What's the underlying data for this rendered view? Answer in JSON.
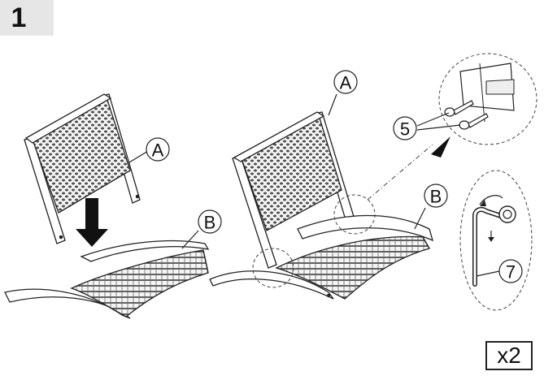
{
  "step": {
    "number": "1"
  },
  "quantity": {
    "label": "x2"
  },
  "parts": {
    "A_left": "A",
    "B_left": "B",
    "A_right": "A",
    "B_right": "B",
    "screw": "5",
    "key": "7"
  }
}
